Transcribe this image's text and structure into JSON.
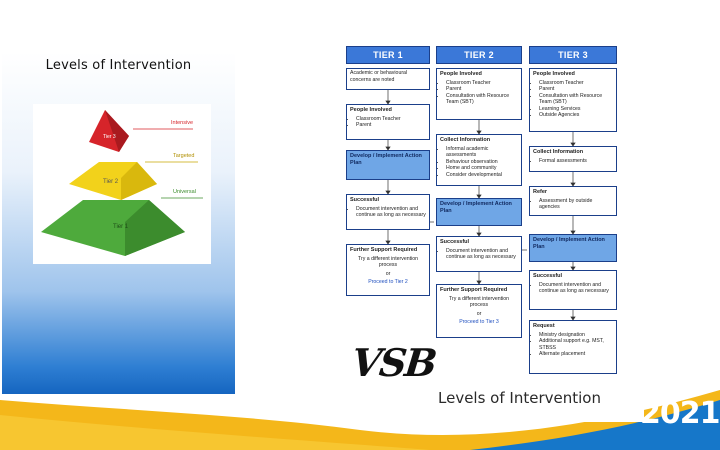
{
  "left": {
    "title": "Levels of Intervention",
    "pyramid": {
      "labels": [
        "Tier 3",
        "Tier 2",
        "Tier 1"
      ],
      "side_labels": [
        "Intensive",
        "Targeted",
        "Universal"
      ],
      "colors": {
        "tier3": "#d6242a",
        "tier2": "#f2d21b",
        "tier1": "#4eaa3c"
      }
    }
  },
  "doc": {
    "headers": [
      "TIER 1",
      "TIER 2",
      "TIER 3"
    ],
    "tier1": {
      "b1": "Academic or behavioural concerns are noted",
      "b2_title": "People Involved",
      "b2_items": [
        "Classroom Teacher",
        "Parent"
      ],
      "b3_title": "Develop / Implement Action Plan",
      "b4_title": "Successful",
      "b4_items": [
        "Document intervention and continue as long as necessary"
      ],
      "b5_title": "Further Support Required",
      "b5_text": "Try a different intervention process",
      "b5_or": "or",
      "b5_link": "Proceed to Tier 2"
    },
    "tier2": {
      "b1_title": "People Involved",
      "b1_items": [
        "Classroom Teacher",
        "Parent",
        "Consultation with Resource Team (SBT)"
      ],
      "b2_title": "Collect Information",
      "b2_items": [
        "Informal academic assessments",
        "Behaviour observation",
        "Home and community",
        "Consider developmental"
      ],
      "b3_title": "Develop / Implement Action Plan",
      "b4_title": "Successful",
      "b4_items": [
        "Document intervention and continue as long as necessary"
      ],
      "b5_title": "Further Support Required",
      "b5_text": "Try a different intervention process",
      "b5_or": "or",
      "b5_link": "Proceed to Tier 3"
    },
    "tier3": {
      "b1_title": "People Involved",
      "b1_items": [
        "Classroom Teacher",
        "Parent",
        "Consultation with Resource Team (SBT)",
        "Learning Services",
        "Outside Agencies"
      ],
      "b2_title": "Collect Information",
      "b2_items": [
        "Formal assessments"
      ],
      "b3_title": "Refer",
      "b3_items": [
        "Assessment by outside agencies"
      ],
      "b4_title": "Develop / Implement Action Plan",
      "b5_title": "Successful",
      "b5_items": [
        "Document intervention and continue as long as necessary"
      ],
      "b6_title": "Request",
      "b6_items": [
        "Ministry designation",
        "Additional support e.g. MST, STBSS",
        "Alternate placement"
      ]
    },
    "signature": "VSB",
    "title": "Levels of Intervention"
  },
  "logo": {
    "top": "VSB",
    "year": "2021"
  }
}
